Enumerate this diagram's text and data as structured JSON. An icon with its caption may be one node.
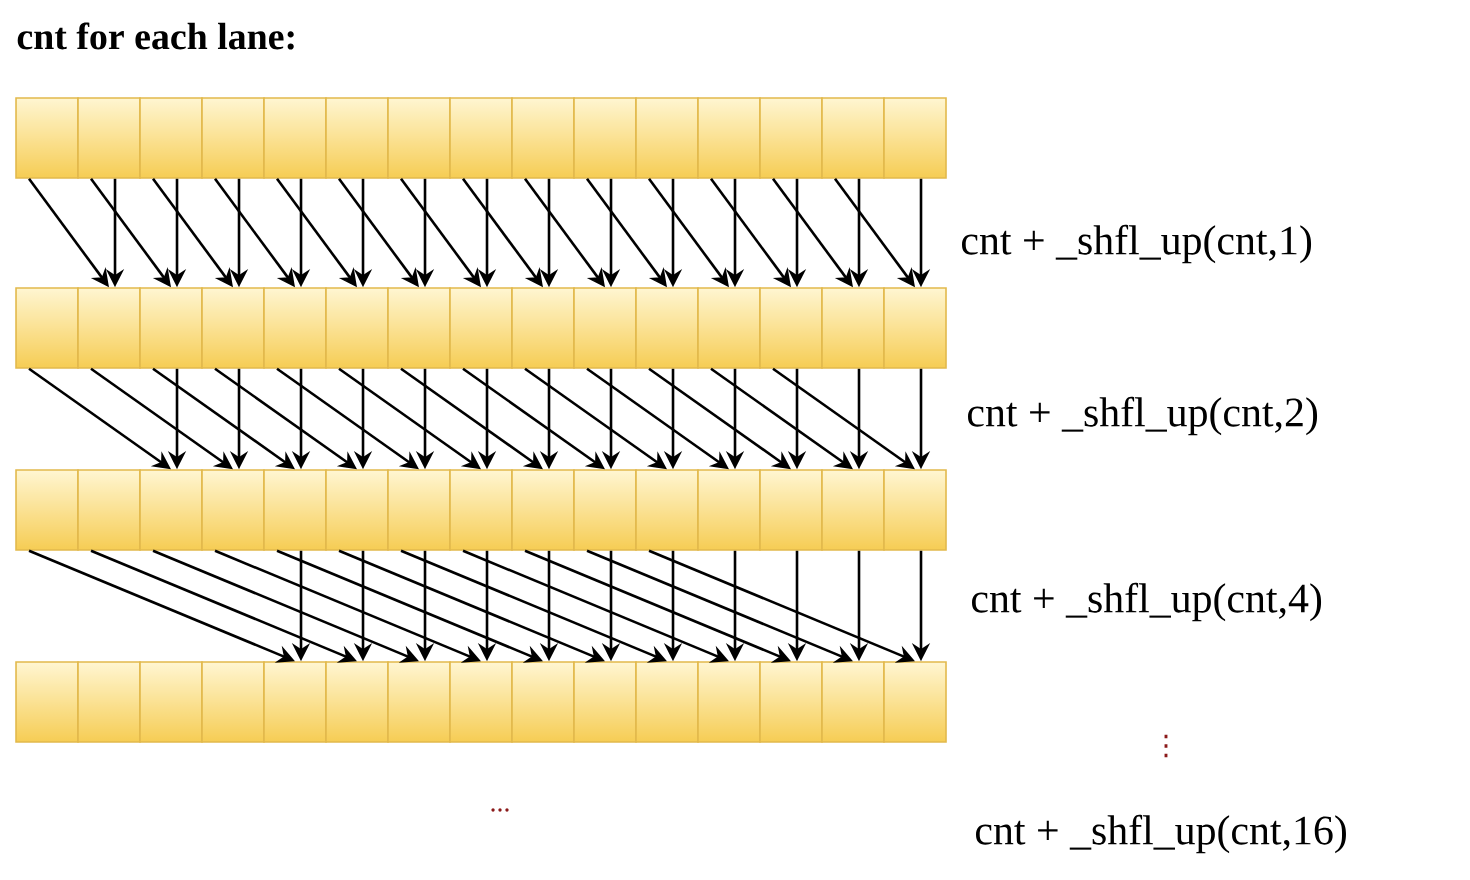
{
  "diagram": {
    "title": "cnt for each lane:",
    "nodes": [
      {
        "text": [],
        "shape": "box"
      },
      {
        "text": [],
        "shape": "box"
      },
      {
        "text": [],
        "shape": "box"
      },
      {
        "text": [],
        "shape": "box"
      },
      {
        "text": [],
        "shape": "box"
      },
      {
        "text": [],
        "shape": "box"
      },
      {
        "text": [],
        "shape": "box"
      },
      {
        "text": [],
        "shape": "box"
      },
      {
        "text": [],
        "shape": "box"
      },
      {
        "text": [],
        "shape": "box"
      },
      {
        "text": [],
        "shape": "box"
      },
      {
        "text": [],
        "shape": "box"
      },
      {
        "text": [],
        "shape": "box"
      },
      {
        "text": [],
        "shape": "box"
      },
      {
        "text": [],
        "shape": "box"
      },
      {
        "text": [],
        "shape": "box"
      },
      {
        "text": [],
        "shape": "box"
      },
      {
        "text": [],
        "shape": "box"
      },
      {
        "text": [],
        "shape": "box"
      },
      {
        "text": [],
        "shape": "box"
      },
      {
        "text": [],
        "shape": "box"
      },
      {
        "text": [],
        "shape": "box"
      },
      {
        "text": [],
        "shape": "box"
      },
      {
        "text": [],
        "shape": "box"
      },
      {
        "text": [],
        "shape": "box"
      },
      {
        "text": [],
        "shape": "box"
      },
      {
        "text": [],
        "shape": "box"
      },
      {
        "text": [],
        "shape": "box"
      },
      {
        "text": [],
        "shape": "box"
      },
      {
        "text": [],
        "shape": "box"
      },
      {
        "text": [],
        "shape": "box"
      },
      {
        "text": [],
        "shape": "box"
      },
      {
        "text": [],
        "shape": "box"
      },
      {
        "text": [],
        "shape": "box"
      },
      {
        "text": [],
        "shape": "box"
      },
      {
        "text": [],
        "shape": "box"
      },
      {
        "text": [],
        "shape": "box"
      },
      {
        "text": [],
        "shape": "box"
      },
      {
        "text": [],
        "shape": "box"
      },
      {
        "text": [],
        "shape": "box"
      },
      {
        "text": [],
        "shape": "box"
      },
      {
        "text": [],
        "shape": "box"
      },
      {
        "text": [],
        "shape": "box"
      },
      {
        "text": [],
        "shape": "box"
      },
      {
        "text": [],
        "shape": "box"
      },
      {
        "text": [],
        "shape": "box"
      },
      {
        "text": [],
        "shape": "box"
      },
      {
        "text": [],
        "shape": "box"
      },
      {
        "text": [],
        "shape": "box"
      },
      {
        "text": [],
        "shape": "box"
      },
      {
        "text": [],
        "shape": "box"
      },
      {
        "text": [],
        "shape": "box"
      },
      {
        "text": [],
        "shape": "box"
      },
      {
        "text": [],
        "shape": "box"
      },
      {
        "text": [],
        "shape": "box"
      },
      {
        "text": [],
        "shape": "box"
      },
      {
        "text": [],
        "shape": "box"
      },
      {
        "text": [],
        "shape": "box"
      },
      {
        "text": [],
        "shape": "box"
      },
      {
        "text": [],
        "shape": "box"
      }
    ],
    "edges": [
      {
        "from": 0,
        "to": 16,
        "arrow": "to"
      },
      {
        "from": 1,
        "to": 16,
        "arrow": "to"
      },
      {
        "from": 1,
        "to": 17,
        "arrow": "to"
      },
      {
        "from": 2,
        "to": 17,
        "arrow": "to"
      },
      {
        "from": 2,
        "to": 18,
        "arrow": "to"
      },
      {
        "from": 3,
        "to": 18,
        "arrow": "to"
      },
      {
        "from": 3,
        "to": 19,
        "arrow": "to"
      },
      {
        "from": 4,
        "to": 19,
        "arrow": "to"
      },
      {
        "from": 4,
        "to": 20,
        "arrow": "to"
      },
      {
        "from": 5,
        "to": 20,
        "arrow": "to"
      },
      {
        "from": 5,
        "to": 21,
        "arrow": "to"
      },
      {
        "from": 6,
        "to": 21,
        "arrow": "to"
      },
      {
        "from": 6,
        "to": 22,
        "arrow": "to"
      },
      {
        "from": 7,
        "to": 22,
        "arrow": "to"
      },
      {
        "from": 7,
        "to": 23,
        "arrow": "to"
      },
      {
        "from": 8,
        "to": 23,
        "arrow": "to"
      },
      {
        "from": 8,
        "to": 24,
        "arrow": "to"
      },
      {
        "from": 9,
        "to": 24,
        "arrow": "to"
      },
      {
        "from": 9,
        "to": 25,
        "arrow": "to"
      },
      {
        "from": 10,
        "to": 25,
        "arrow": "to"
      },
      {
        "from": 10,
        "to": 26,
        "arrow": "to"
      },
      {
        "from": 11,
        "to": 26,
        "arrow": "to"
      },
      {
        "from": 11,
        "to": 27,
        "arrow": "to"
      },
      {
        "from": 12,
        "to": 27,
        "arrow": "to"
      },
      {
        "from": 12,
        "to": 28,
        "arrow": "to"
      },
      {
        "from": 13,
        "to": 28,
        "arrow": "to"
      },
      {
        "from": 13,
        "to": 29,
        "arrow": "to"
      },
      {
        "from": 14,
        "to": 29,
        "arrow": "to"
      },
      {
        "from": 15,
        "to": 32,
        "arrow": "to"
      },
      {
        "from": 17,
        "to": 32,
        "arrow": "to"
      },
      {
        "from": 16,
        "to": 33,
        "arrow": "to"
      },
      {
        "from": 18,
        "to": 33,
        "arrow": "to"
      },
      {
        "from": 17,
        "to": 34,
        "arrow": "to"
      },
      {
        "from": 19,
        "to": 34,
        "arrow": "to"
      },
      {
        "from": 18,
        "to": 35,
        "arrow": "to"
      },
      {
        "from": 20,
        "to": 35,
        "arrow": "to"
      },
      {
        "from": 19,
        "to": 36,
        "arrow": "to"
      },
      {
        "from": 21,
        "to": 36,
        "arrow": "to"
      },
      {
        "from": 20,
        "to": 37,
        "arrow": "to"
      },
      {
        "from": 22,
        "to": 37,
        "arrow": "to"
      },
      {
        "from": 21,
        "to": 38,
        "arrow": "to"
      },
      {
        "from": 23,
        "to": 38,
        "arrow": "to"
      },
      {
        "from": 22,
        "to": 39,
        "arrow": "to"
      },
      {
        "from": 24,
        "to": 39,
        "arrow": "to"
      },
      {
        "from": 23,
        "to": 40,
        "arrow": "to"
      },
      {
        "from": 25,
        "to": 40,
        "arrow": "to"
      },
      {
        "from": 24,
        "to": 41,
        "arrow": "to"
      },
      {
        "from": 26,
        "to": 41,
        "arrow": "to"
      },
      {
        "from": 25,
        "to": 42,
        "arrow": "to"
      },
      {
        "from": 27,
        "to": 42,
        "arrow": "to"
      },
      {
        "from": 26,
        "to": 43,
        "arrow": "to"
      },
      {
        "from": 28,
        "to": 43,
        "arrow": "to"
      },
      {
        "from": 27,
        "to": 44,
        "arrow": "to"
      },
      {
        "from": 29,
        "to": 44,
        "arrow": "to"
      },
      {
        "from": 30,
        "to": 49,
        "arrow": "to"
      },
      {
        "from": 34,
        "to": 49,
        "arrow": "to"
      },
      {
        "from": 31,
        "to": 50,
        "arrow": "to"
      },
      {
        "from": 35,
        "to": 50,
        "arrow": "to"
      },
      {
        "from": 32,
        "to": 51,
        "arrow": "to"
      },
      {
        "from": 36,
        "to": 51,
        "arrow": "to"
      },
      {
        "from": 33,
        "to": 52,
        "arrow": "to"
      },
      {
        "from": 37,
        "to": 52,
        "arrow": "to"
      },
      {
        "from": 34,
        "to": 53,
        "arrow": "to"
      },
      {
        "from": 38,
        "to": 53,
        "arrow": "to"
      },
      {
        "from": 35,
        "to": 54,
        "arrow": "to"
      },
      {
        "from": 39,
        "to": 54,
        "arrow": "to"
      },
      {
        "from": 36,
        "to": 55,
        "arrow": "to"
      },
      {
        "from": 40,
        "to": 55,
        "arrow": "to"
      },
      {
        "from": 37,
        "to": 56,
        "arrow": "to"
      },
      {
        "from": 41,
        "to": 56,
        "arrow": "to"
      },
      {
        "from": 38,
        "to": 57,
        "arrow": "to"
      },
      {
        "from": 42,
        "to": 57,
        "arrow": "to"
      },
      {
        "from": 39,
        "to": 58,
        "arrow": "to"
      },
      {
        "from": 43,
        "to": 58,
        "arrow": "to"
      },
      {
        "from": 40,
        "to": 59,
        "arrow": "to"
      },
      {
        "from": 44,
        "to": 59,
        "arrow": "to"
      }
    ],
    "labels": [
      "cnt + _shfl_up(cnt,1)",
      "cnt + _shfl_up(cnt,2)",
      "cnt + _shfl_up(cnt,4)",
      "⋮",
      "...",
      "cnt + _shfl_up(cnt,16)"
    ]
  }
}
